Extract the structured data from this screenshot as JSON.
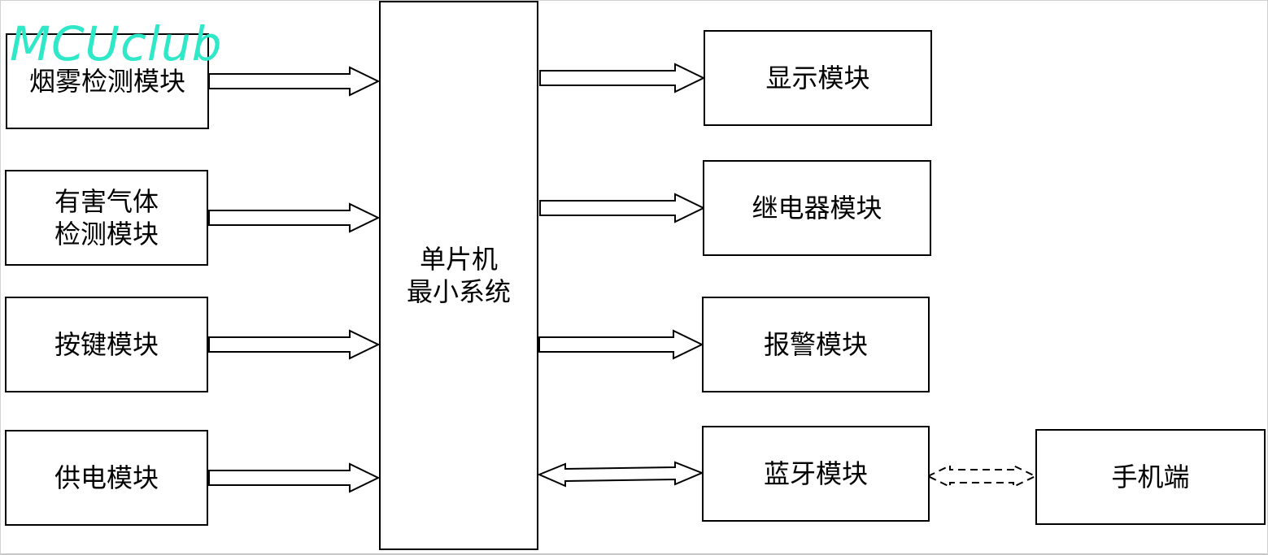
{
  "watermark": "MCUclub",
  "center": {
    "label": "单片机\n最小系统"
  },
  "inputs": [
    {
      "label": "烟雾检测模块"
    },
    {
      "label": "有害气体\n检测模块"
    },
    {
      "label": "按键模块"
    },
    {
      "label": "供电模块"
    }
  ],
  "outputs": [
    {
      "label": "显示模块"
    },
    {
      "label": "继电器模块"
    },
    {
      "label": "报警模块"
    },
    {
      "label": "蓝牙模块"
    }
  ],
  "phone": {
    "label": "手机端"
  },
  "colors": {
    "line": "#000000",
    "logo": "#2fe8c8"
  }
}
